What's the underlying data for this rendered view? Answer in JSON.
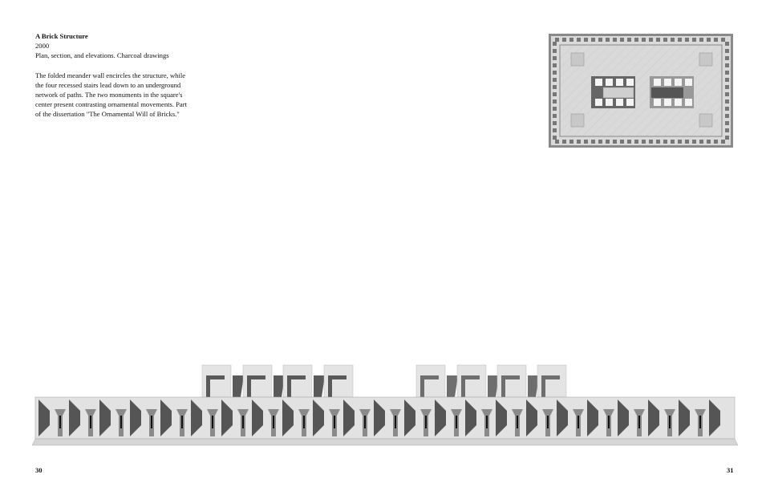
{
  "caption": {
    "title": "A Brick Structure",
    "year": "2000",
    "medium": "Plan, section, and elevations. Charcoal drawings",
    "description": "The folded meander wall encircles the structure, while the four recessed stairs lead down to an underground network of paths. The two monuments in the square's center present contrasting ornamental movements. Part of the dissertation \"The Ornamental Will of Bricks.\""
  },
  "page_numbers": {
    "left": "30",
    "right": "31"
  }
}
